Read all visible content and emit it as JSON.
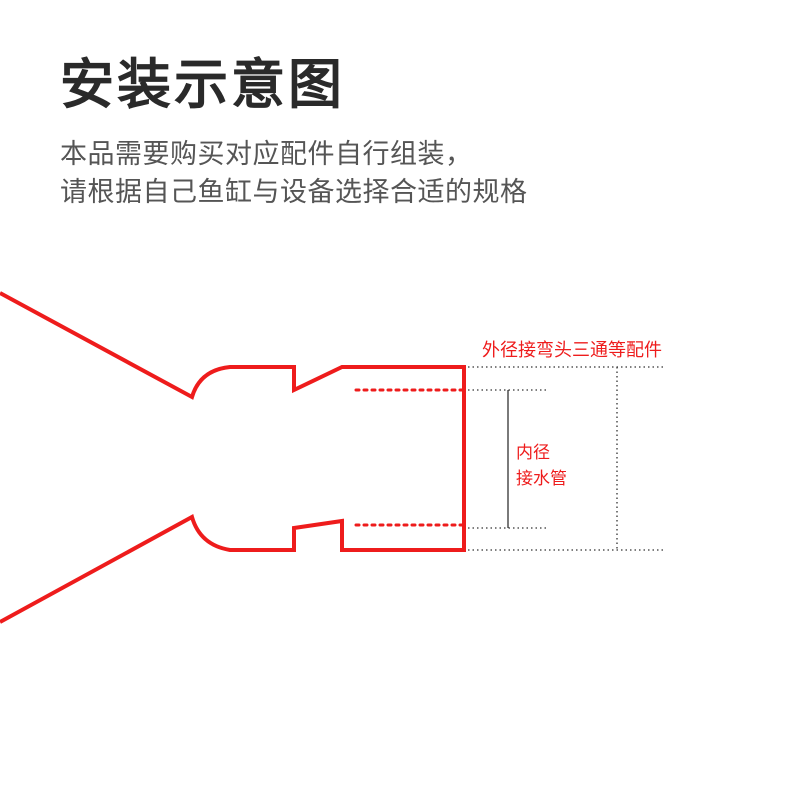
{
  "header": {
    "title": "安装示意图",
    "subtitle_lines": [
      "本品需要购买对应配件自行组装，",
      "请根据自己鱼缸与设备选择合适的规格"
    ]
  },
  "diagram": {
    "outer_label": "外径接弯头三通等配件",
    "inner_label_lines": [
      "内径",
      "接水管"
    ],
    "colors": {
      "accent": "#ee1c1c",
      "dimension_line": "#333333",
      "title": "#2a2a2a",
      "subtitle": "#555555"
    }
  }
}
